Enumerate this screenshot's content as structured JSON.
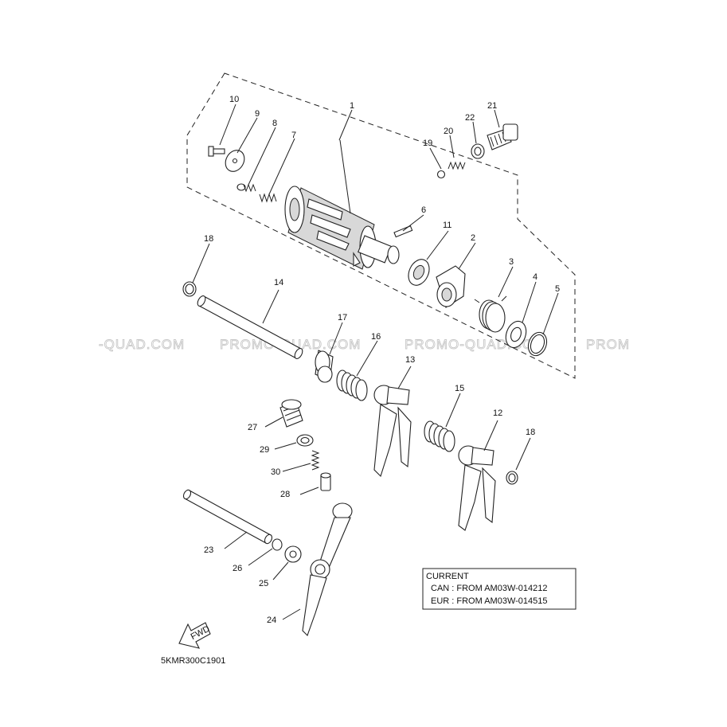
{
  "watermark": {
    "left": "-QUAD.COM",
    "center1": "PROMO-QUAD.COM",
    "center2": "PROMO-QUAD.COM",
    "right": "PROM"
  },
  "callouts": [
    "1",
    "2",
    "3",
    "4",
    "5",
    "6",
    "7",
    "8",
    "9",
    "10",
    "11",
    "12",
    "13",
    "14",
    "15",
    "16",
    "17",
    "18",
    "18",
    "19",
    "20",
    "21",
    "22",
    "23",
    "24",
    "25",
    "26",
    "27",
    "28",
    "29",
    "30"
  ],
  "current_box": {
    "title": "CURRENT",
    "line1": "CAN : FROM AM03W-014212",
    "line2": "EUR : FROM AM03W-014515"
  },
  "fwd_label": "FWD",
  "diagram_ref": "5KMR300C1901"
}
